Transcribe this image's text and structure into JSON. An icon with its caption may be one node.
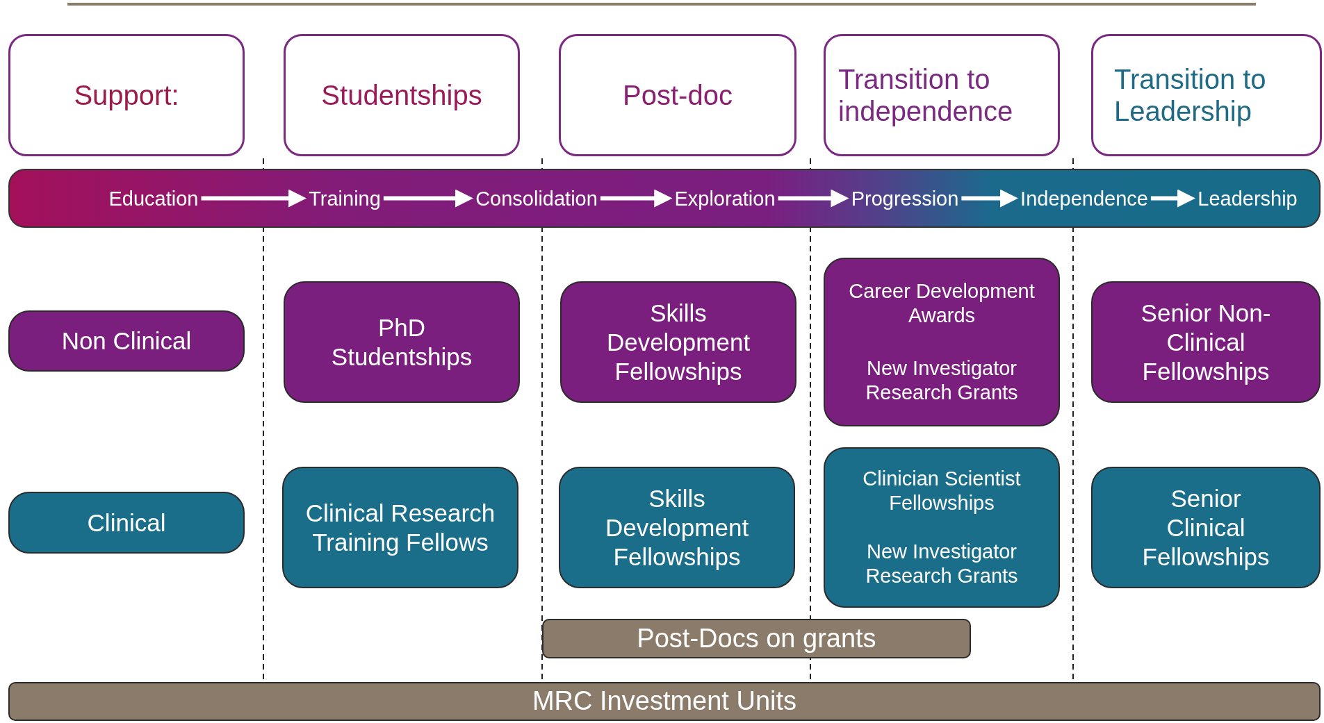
{
  "diagram": {
    "nodes": [
      {
        "text": [
          "Support:"
        ]
      },
      {
        "text": [
          "Studentships"
        ]
      },
      {
        "text": [
          "Post-doc"
        ]
      },
      {
        "text": [
          "Transition to independence"
        ]
      },
      {
        "text": [
          "Transition to Leadership"
        ]
      },
      {
        "text": [],
        "shape": "bar"
      },
      {
        "text": [
          "Education"
        ],
        "in": 5
      },
      {
        "text": [
          "Training"
        ],
        "in": 5
      },
      {
        "text": [
          "Consolidation"
        ],
        "in": 5
      },
      {
        "text": [
          "Exploration"
        ],
        "in": 5
      },
      {
        "text": [
          "Progression"
        ],
        "in": 5
      },
      {
        "text": [
          "Independence"
        ],
        "in": 5
      },
      {
        "text": [
          "Leadership"
        ],
        "in": 5
      },
      {
        "text": [
          "Non Clinical"
        ]
      },
      {
        "text": [
          "PhD Studentships"
        ]
      },
      {
        "text": [
          "Skills Development Fellowships"
        ]
      },
      {
        "text": [
          "Career Development Awards",
          "New Investigator Research Grants"
        ]
      },
      {
        "text": [
          "Senior Non-Clinical Fellowships"
        ]
      },
      {
        "text": [
          "Clinical"
        ]
      },
      {
        "text": [
          "Clinical Research Training Fellows"
        ]
      },
      {
        "text": [
          "Skills Development Fellowships"
        ]
      },
      {
        "text": [
          "Clinician Scientist Fellowships",
          "New Investigator Research Grants"
        ]
      },
      {
        "text": [
          "Senior Clinical Fellowships"
        ]
      },
      {
        "text": [
          "Post-Docs on grants"
        ]
      },
      {
        "text": [
          "MRC Investment Units"
        ]
      }
    ],
    "edges": [
      {
        "from": 6,
        "to": 7,
        "arrow": "to"
      },
      {
        "from": 7,
        "to": 8,
        "arrow": "to"
      },
      {
        "from": 8,
        "to": 9,
        "arrow": "to"
      },
      {
        "from": 9,
        "to": 10,
        "arrow": "to"
      },
      {
        "from": 10,
        "to": 11,
        "arrow": "to"
      },
      {
        "from": 11,
        "to": 12,
        "arrow": "to"
      }
    ]
  }
}
